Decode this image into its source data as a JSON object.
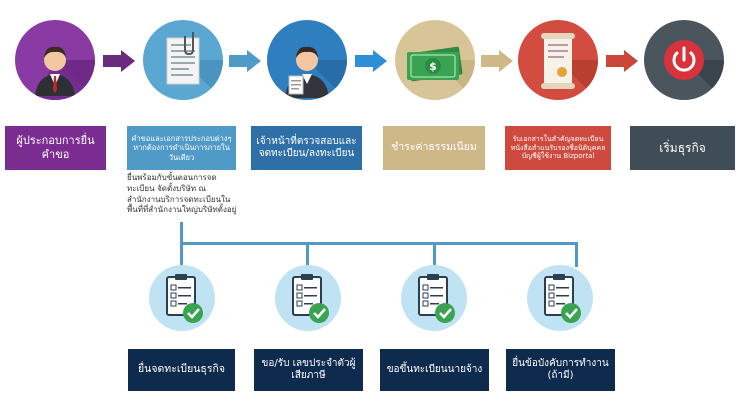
{
  "steps": [
    {
      "icon": "businessman-icon",
      "label": "ผู้ประกอบการยื่นคำขอ",
      "color": "#7b2c91"
    },
    {
      "icon": "document-clip-icon",
      "label": "คำขอและเอกสารประกอบต่างๆ หากต้องการดำเนินการภายในวันเดียว",
      "color": "#4f9ac6"
    },
    {
      "icon": "officer-icon",
      "label": "เจ้าหน้าที่ตรวจสอบและจดทะเบียน/ลงทะเบียน",
      "color": "#2f6fa8"
    },
    {
      "icon": "money-icon",
      "label": "ชำระค่าธรรมเนียม",
      "color": "#cfb888"
    },
    {
      "icon": "certificate-scroll-icon",
      "label": "รับเอกสารในสำคัญจดทะเบียน หนังสือสำแนรับรองชื่อนิติบุคคล บัญชีผู้ใช้งาน Bizportal",
      "color": "#cf4a3e"
    },
    {
      "icon": "power-icon",
      "label": "เริ่มธุรกิจ",
      "color": "#414d56"
    }
  ],
  "step2_note": "ยื่นพร้อมกับขั้นตอนการจดทะเบียน จัดตั้งบริษัท ณ สำนักงานบริการจดทะเบียนในพื้นที่ที่สำนักงานใหญ่บริษัทตั้งอยู่",
  "substeps": [
    {
      "label": "ยื่นจดทะเบียนธุรกิจ"
    },
    {
      "label": "ขอ/รับ เลขประจำตัวผู้เสียภาษี"
    },
    {
      "label": "ขอขึ้นทะเบียนนายจ้าง"
    },
    {
      "label": "ยื่นข้อบังคับการทำงาน (ถ้ามี)"
    }
  ],
  "colors": {
    "arrow_purple": "#6a2a80",
    "arrow_blue": "#4f9ac6",
    "arrow_darkblue": "#2f8fd6",
    "arrow_tan": "#cfb888",
    "arrow_red": "#c9483a",
    "connector": "#4f9ac6",
    "substep_box": "#0e2a4c",
    "substep_circle": "#bfe3f3"
  }
}
